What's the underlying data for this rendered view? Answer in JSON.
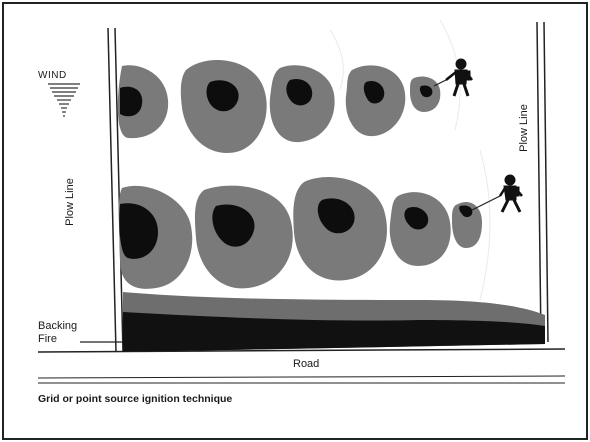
{
  "labels": {
    "wind": "WIND",
    "plow_line_left": "Plow Line",
    "plow_line_right": "Plow Line",
    "backing_fire_line1": "Backing",
    "backing_fire_line2": "Fire",
    "road": "Road",
    "caption": "Grid or point source ignition technique"
  },
  "colors": {
    "burn_ring": "#7a7a7a",
    "burn_core": "#0d0d0d",
    "backing_fire": "#111111",
    "backing_smoke": "#6e6e6e",
    "border": "#222222",
    "background": "#ffffff"
  },
  "icons": [
    "wind-arrow-icon",
    "firefighter-icon-top",
    "firefighter-icon-bottom"
  ]
}
